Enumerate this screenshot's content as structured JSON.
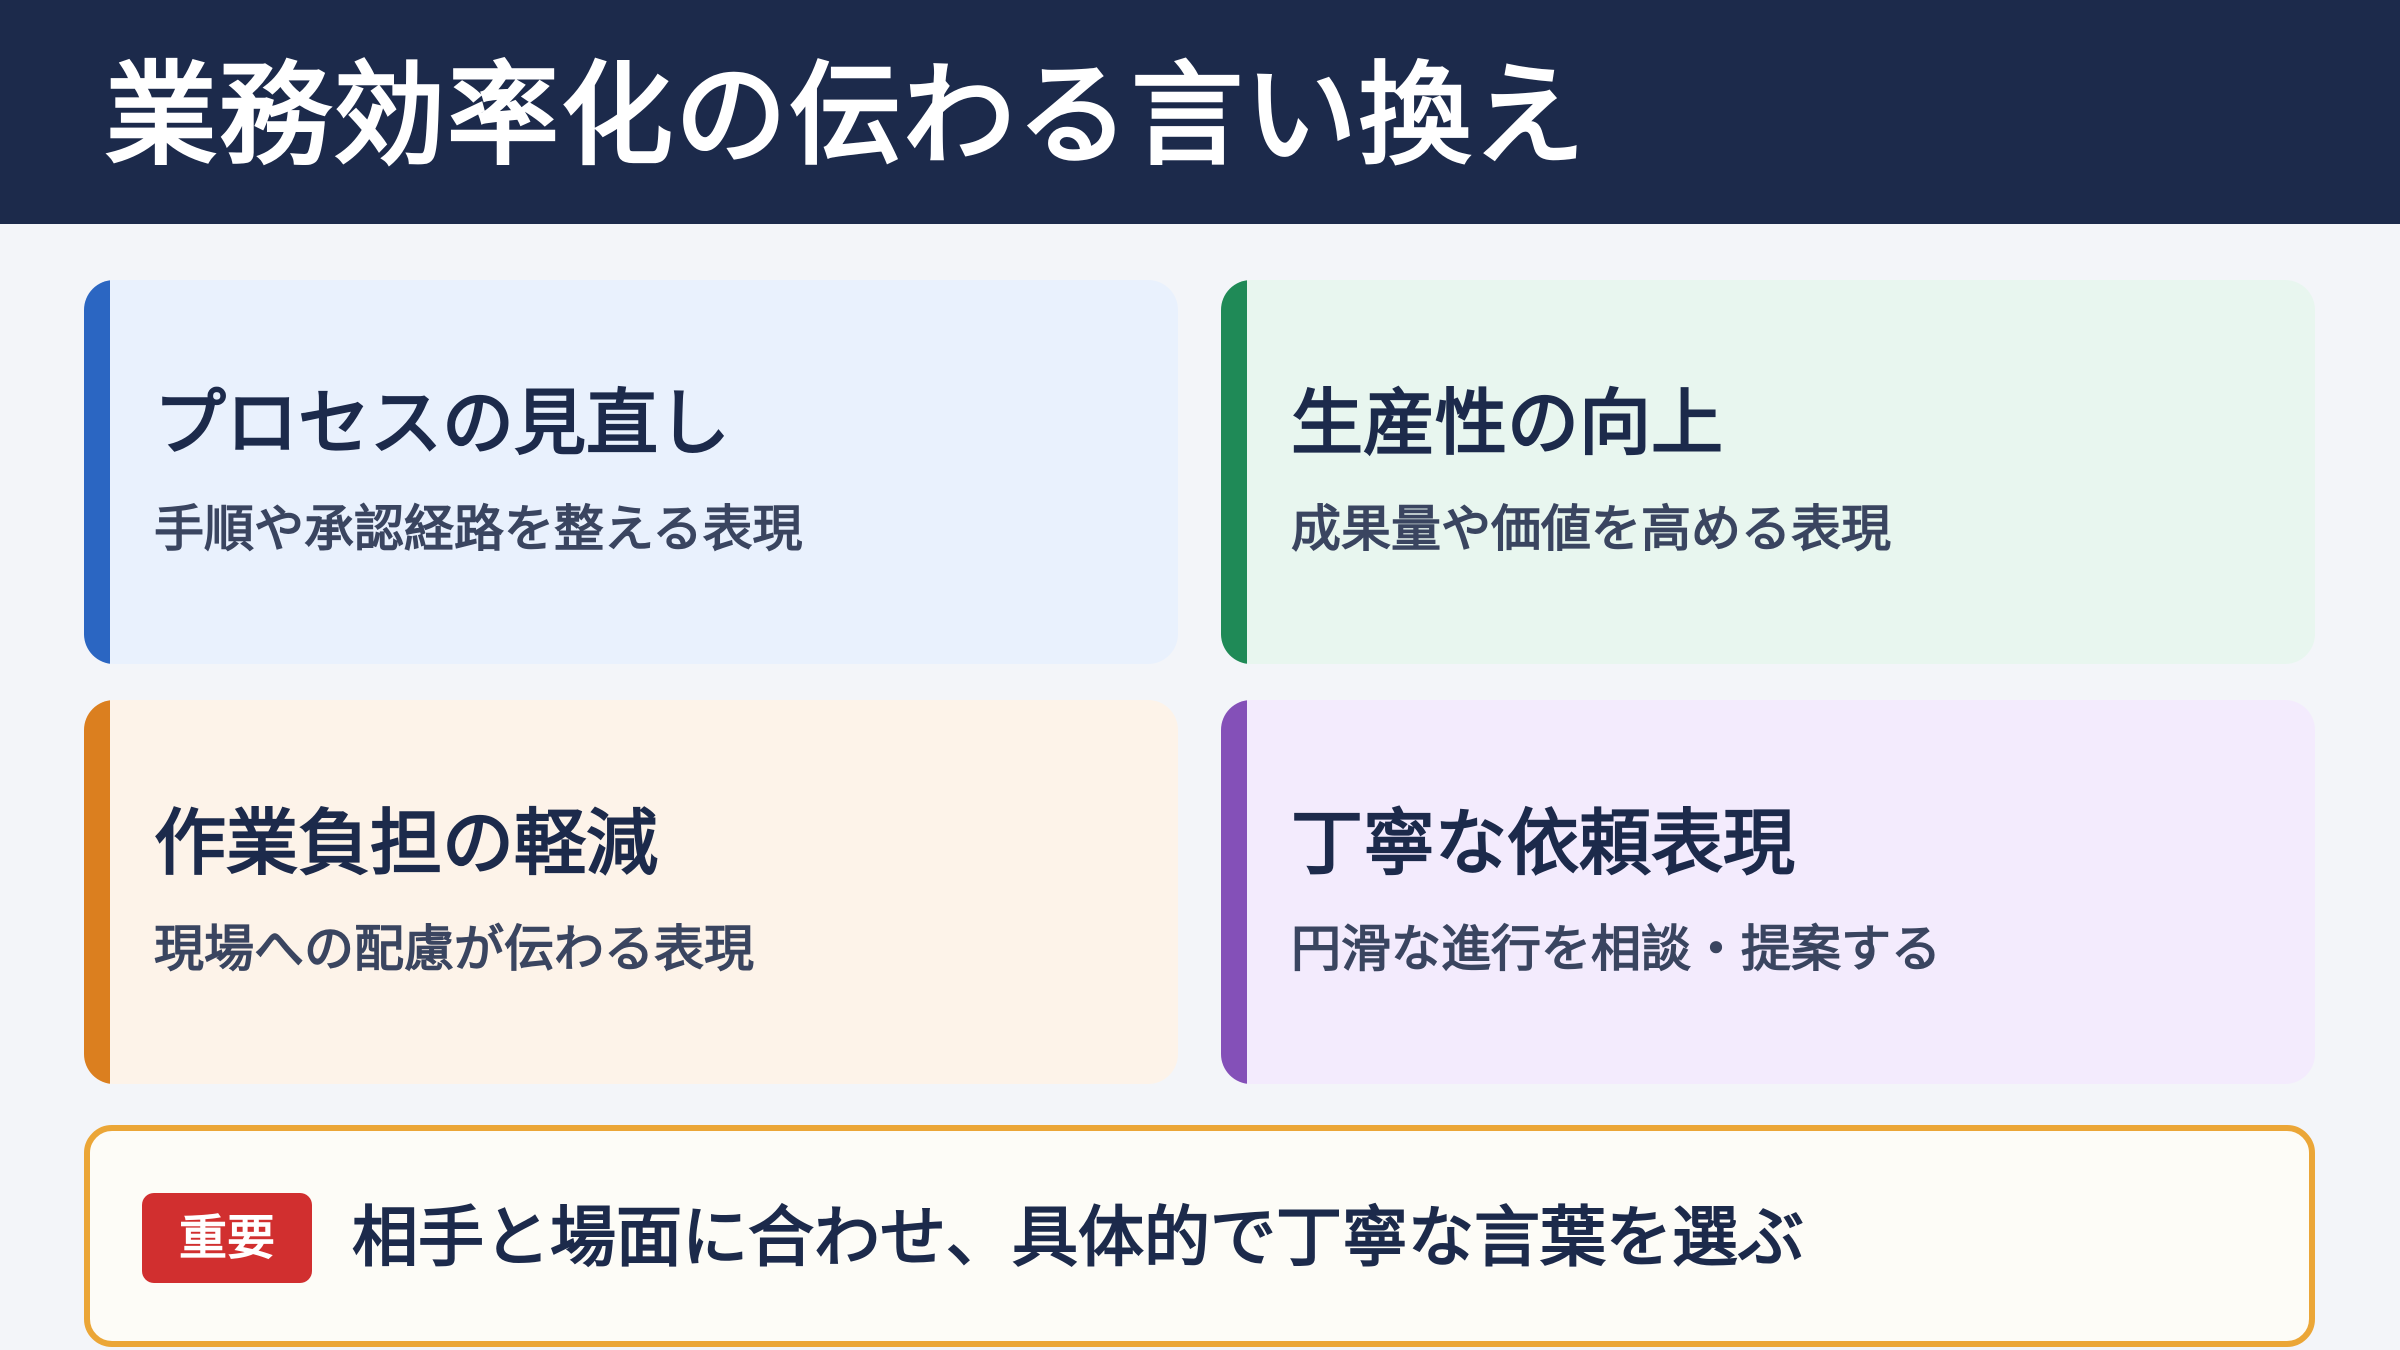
{
  "header": {
    "title": "業務効率化の伝わる言い換え",
    "background": "#1c2a4b"
  },
  "cards": [
    {
      "title": "プロセスの見直し",
      "subtitle": "手順や承認経路を整える表現",
      "accent": "#2b66c2",
      "background": "#e9f1fd"
    },
    {
      "title": "生産性の向上",
      "subtitle": "成果量や価値を高める表現",
      "accent": "#1f8a57",
      "background": "#e8f6ef"
    },
    {
      "title": "作業負担の軽減",
      "subtitle": "現場への配慮が伝わる表現",
      "accent": "#db7f1f",
      "background": "#fdf3e9"
    },
    {
      "title": "丁寧な依頼表現",
      "subtitle": "円滑な進行を相談・提案する",
      "accent": "#8450b8",
      "background": "#f3ebfd"
    }
  ],
  "note": {
    "badge": "重要",
    "text": "相手と場面に合わせ、具体的で丁寧な言葉を選ぶ",
    "border_color": "#eba637",
    "badge_color": "#d12f2f"
  }
}
